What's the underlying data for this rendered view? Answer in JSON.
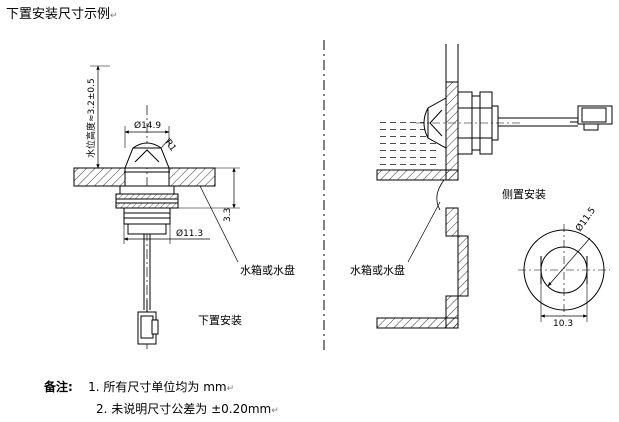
{
  "header": {
    "title": "下置安装尺寸示例"
  },
  "bottom_mount": {
    "label": "下置安装",
    "water_level_note": "水位高度≈3.2±0.5",
    "dim_diameter_top": "Ø14.9",
    "dim_radius": "R1",
    "dim_height": "3.3",
    "dim_diameter_thread": "Ø11.3",
    "callout": "水箱或水盘"
  },
  "side_mount": {
    "label": "侧置安装",
    "callout": "水箱或水盘",
    "dim_hole_diameter": "Ø11.5",
    "dim_flat_width": "10.3"
  },
  "notes": {
    "heading": "备注",
    "colon": ":",
    "items": [
      {
        "index": "1.",
        "text": "所有尺寸单位均为 mm"
      },
      {
        "index": "2.",
        "text": "未说明尺寸公差为 ±0.20mm"
      }
    ],
    "para_mark": "↵"
  },
  "colors": {
    "line": "#000000",
    "para_mark": "#7a7a7a"
  }
}
